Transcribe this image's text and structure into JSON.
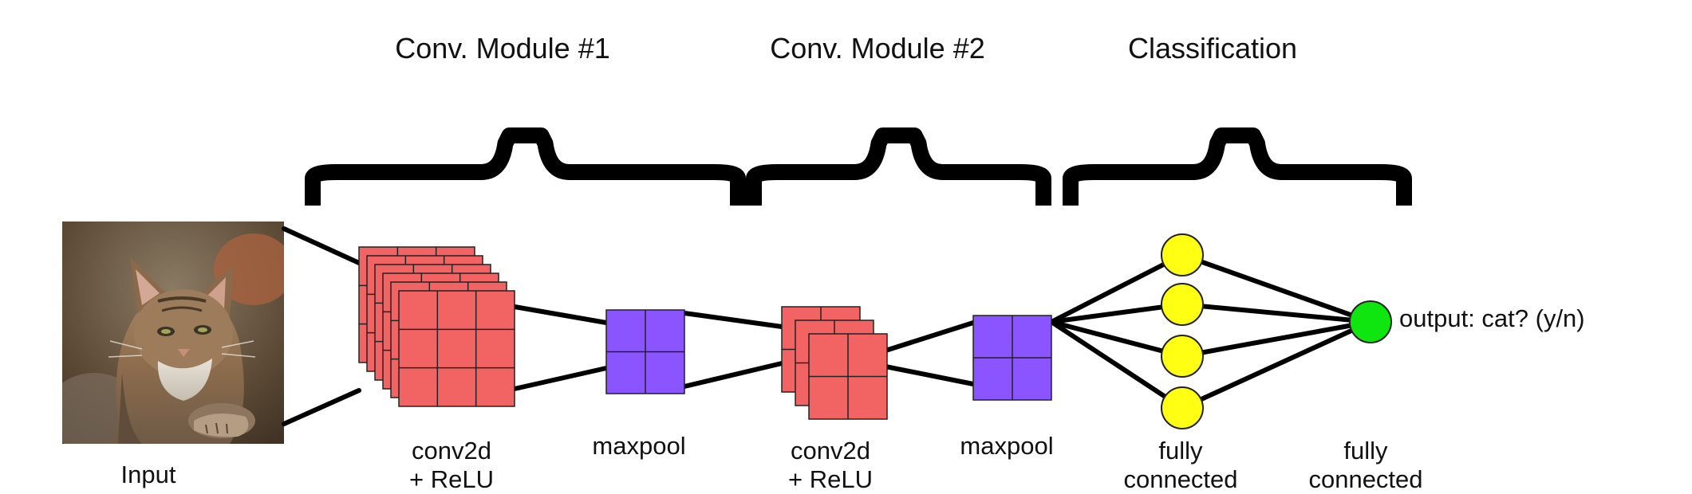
{
  "colors": {
    "conv": "#f26464",
    "pool": "#8a55ff",
    "fc_hidden": "#ffff14",
    "fc_output": "#0fe60f",
    "line": "#000000",
    "cell_border": "#7a1f1f"
  },
  "modules": [
    {
      "title": "Conv. Module #1"
    },
    {
      "title": "Conv. Module #2"
    },
    {
      "title": "Classification"
    }
  ],
  "input": {
    "label": "Input",
    "image_icon": "cat-photo"
  },
  "layers": {
    "conv1": {
      "line1": "conv2d",
      "line2": "+ ReLU",
      "stack_count": 6,
      "grid": "3x3"
    },
    "pool1": {
      "label": "maxpool",
      "grid": "2x2"
    },
    "conv2": {
      "line1": "conv2d",
      "line2": "+ ReLU",
      "stack_count": 3,
      "grid": "2x2"
    },
    "pool2": {
      "label": "maxpool",
      "grid": "2x2"
    },
    "fc1": {
      "line1": "fully",
      "line2": "connected",
      "node_count": 4
    },
    "fc2": {
      "line1": "fully",
      "line2": "connected",
      "node_count": 1
    }
  },
  "output": {
    "label": "output: cat? (y/n)"
  }
}
